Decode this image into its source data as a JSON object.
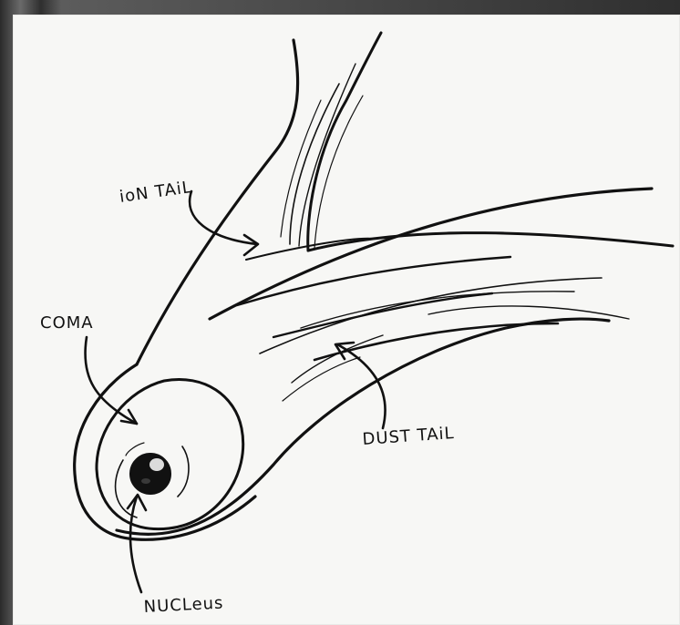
{
  "labels": {
    "ion_tail": "ioN TAiL",
    "coma": "COMA",
    "dust_tail": "DUST TAiL",
    "nucleus": "NUCLeus"
  },
  "colors": {
    "ink": "#111111",
    "paper": "#f7f7f5",
    "frame": "#2f2f2f"
  }
}
